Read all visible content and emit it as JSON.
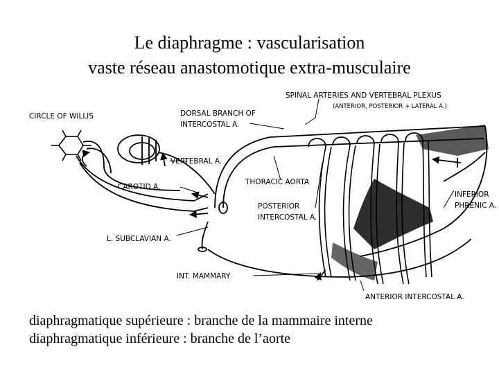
{
  "title": {
    "line1": "Le diaphragme : vascularisation",
    "line2": "vaste réseau anastomotique extra-musculaire"
  },
  "diagram": {
    "labels": {
      "spinal_arteries": "SPINAL ARTERIES AND VERTEBRAL PLEXUS",
      "spinal_arteries_sub": "(ANTERIOR, POSTERIOR + LATERAL A.)",
      "circle_of_willis": "CIRCLE OF WILLIS",
      "dorsal_branch_1": "DORSAL BRANCH OF",
      "dorsal_branch_2": "INTERCOSTAL A.",
      "vertebral": "VERTEBRAL A.",
      "thoracic_aorta": "THORACIC AORTA",
      "carotid": "CAROTID A.",
      "inferior_phrenic_1": "INFERIOR",
      "inferior_phrenic_2": "PHRENIC A.",
      "posterior_intercostal_1": "POSTERIOR",
      "posterior_intercostal_2": "INTERCOSTAL A.",
      "subclavian": "L. SUBCLAVIAN A.",
      "int_mammary": "INT. MAMMARY",
      "anterior_intercostal": "ANTERIOR INTERCOSTAL A."
    }
  },
  "captions": {
    "line1": "diaphragmatique supérieure : branche de la mammaire interne",
    "line2": "diaphragmatique inférieure : branche de l’aorte"
  }
}
